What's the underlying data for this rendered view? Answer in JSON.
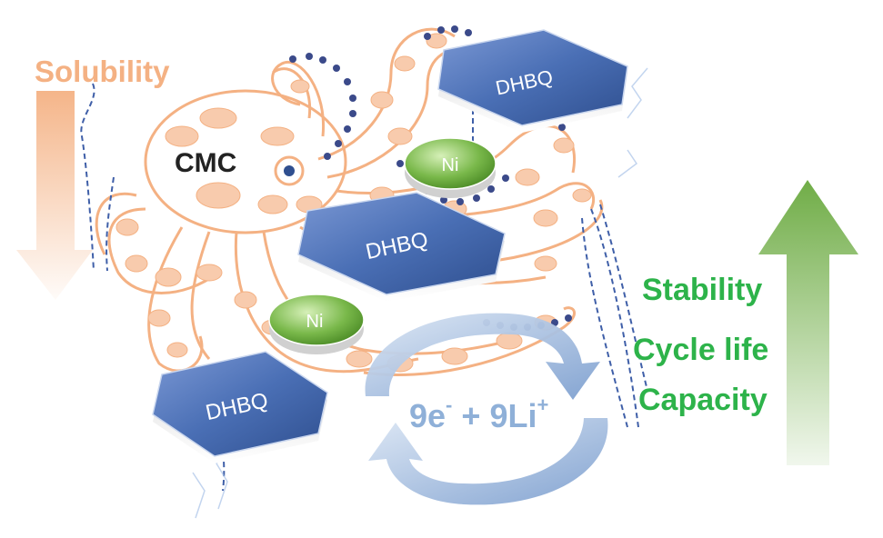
{
  "labels": {
    "solubility": "Solubility",
    "stability": "Stability",
    "cycle_life": "Cycle life",
    "capacity": "Capacity",
    "cmc": "CMC",
    "dhbq": "DHBQ",
    "ni": "Ni",
    "reaction_e": "9e",
    "reaction_plus": "+",
    "reaction_li": "9Li",
    "charge_sup": "-",
    "li_sup": "+"
  },
  "colors": {
    "solubility_text": "#f4b183",
    "solubility_arrow": "#f4b183",
    "property_text": "#2db34a",
    "property_arrow": "#70ad47",
    "octopus_outline": "#f4b183",
    "octopus_spots": "#f8cbad",
    "dhbq_hex": "#4a6fb5",
    "ni_disc": "#70ad47",
    "cycle_arrow": "#8fb0d8",
    "reaction_text": "#8fb0d8"
  }
}
